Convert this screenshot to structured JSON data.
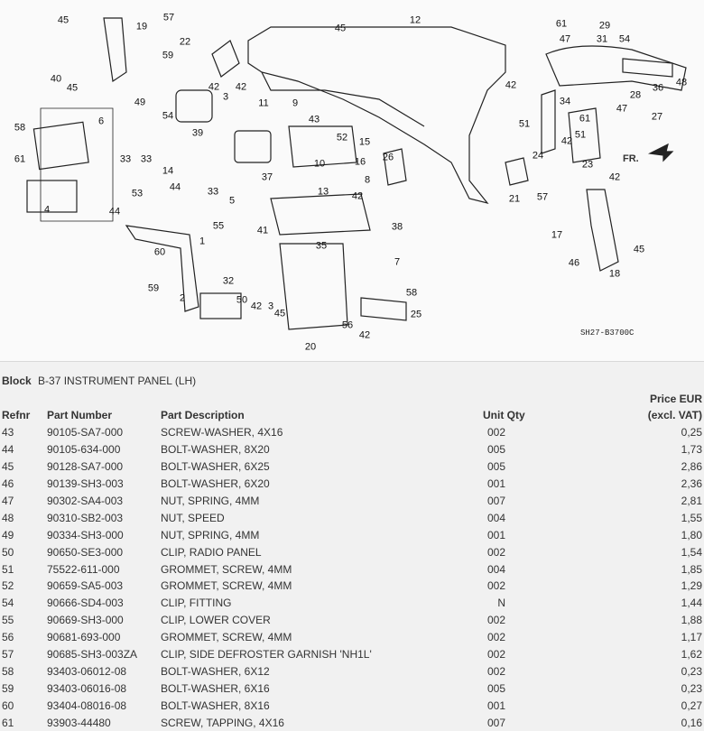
{
  "diagram": {
    "code": "SH27-B3700C",
    "front_label": "FR.",
    "callouts": [
      "45",
      "19",
      "57",
      "12",
      "45",
      "22",
      "59",
      "61",
      "29",
      "47",
      "31",
      "54",
      "40",
      "45",
      "49",
      "42",
      "42",
      "3",
      "11",
      "9",
      "54",
      "6",
      "42",
      "34",
      "28",
      "36",
      "48",
      "47",
      "27",
      "58",
      "39",
      "43",
      "52",
      "15",
      "51",
      "61",
      "42",
      "51",
      "61",
      "33",
      "33",
      "14",
      "10",
      "16",
      "26",
      "24",
      "23",
      "37",
      "53",
      "44",
      "13",
      "8",
      "42",
      "33",
      "5",
      "21",
      "57",
      "42",
      "4",
      "44",
      "38",
      "41",
      "55",
      "1",
      "35",
      "17",
      "46",
      "45",
      "18",
      "60",
      "7",
      "59",
      "2",
      "32",
      "50",
      "42",
      "3",
      "58",
      "45",
      "25",
      "56",
      "42",
      "20"
    ]
  },
  "block": {
    "label": "Block",
    "value": "B-37 INSTRUMENT PANEL (LH)"
  },
  "table": {
    "headers": {
      "refnr": "Refnr",
      "part_number": "Part Number",
      "description": "Part Description",
      "qty": "Unit Qty",
      "price_line1": "Price EUR",
      "price_line2": "(excl. VAT)"
    },
    "rows": [
      {
        "ref": "43",
        "pn": "90105-SA7-000",
        "desc": "SCREW-WASHER, 4X16",
        "qty": "002",
        "price": "0,25"
      },
      {
        "ref": "44",
        "pn": "90105-634-000",
        "desc": "BOLT-WASHER, 8X20",
        "qty": "005",
        "price": "1,73"
      },
      {
        "ref": "45",
        "pn": "90128-SA7-000",
        "desc": "BOLT-WASHER, 6X25",
        "qty": "005",
        "price": "2,86"
      },
      {
        "ref": "46",
        "pn": "90139-SH3-003",
        "desc": "BOLT-WASHER, 6X20",
        "qty": "001",
        "price": "2,36"
      },
      {
        "ref": "47",
        "pn": "90302-SA4-003",
        "desc": "NUT, SPRING, 4MM",
        "qty": "007",
        "price": "2,81"
      },
      {
        "ref": "48",
        "pn": "90310-SB2-003",
        "desc": "NUT, SPEED",
        "qty": "004",
        "price": "1,55"
      },
      {
        "ref": "49",
        "pn": "90334-SH3-000",
        "desc": "NUT, SPRING, 4MM",
        "qty": "001",
        "price": "1,80"
      },
      {
        "ref": "50",
        "pn": "90650-SE3-000",
        "desc": "CLIP, RADIO PANEL",
        "qty": "002",
        "price": "1,54"
      },
      {
        "ref": "51",
        "pn": "75522-611-000",
        "desc": "GROMMET, SCREW, 4MM",
        "qty": "004",
        "price": "1,85"
      },
      {
        "ref": "52",
        "pn": "90659-SA5-003",
        "desc": "GROMMET, SCREW, 4MM",
        "qty": "002",
        "price": "1,29"
      },
      {
        "ref": "54",
        "pn": "90666-SD4-003",
        "desc": "CLIP, FITTING",
        "qty": "N",
        "price": "1,44"
      },
      {
        "ref": "55",
        "pn": "90669-SH3-000",
        "desc": "CLIP, LOWER COVER",
        "qty": "002",
        "price": "1,88"
      },
      {
        "ref": "56",
        "pn": "90681-693-000",
        "desc": "GROMMET, SCREW, 4MM",
        "qty": "002",
        "price": "1,17"
      },
      {
        "ref": "57",
        "pn": "90685-SH3-003ZA",
        "desc": "CLIP, SIDE DEFROSTER GARNISH 'NH1L'",
        "qty": "002",
        "price": "1,62"
      },
      {
        "ref": "58",
        "pn": "93403-06012-08",
        "desc": "BOLT-WASHER, 6X12",
        "qty": "002",
        "price": "0,23"
      },
      {
        "ref": "59",
        "pn": "93403-06016-08",
        "desc": "BOLT-WASHER, 6X16",
        "qty": "005",
        "price": "0,23"
      },
      {
        "ref": "60",
        "pn": "93404-08016-08",
        "desc": "BOLT-WASHER, 8X16",
        "qty": "001",
        "price": "0,27"
      },
      {
        "ref": "61",
        "pn": "93903-44480",
        "desc": "SCREW, TAPPING, 4X16",
        "qty": "007",
        "price": "0,16"
      }
    ]
  }
}
